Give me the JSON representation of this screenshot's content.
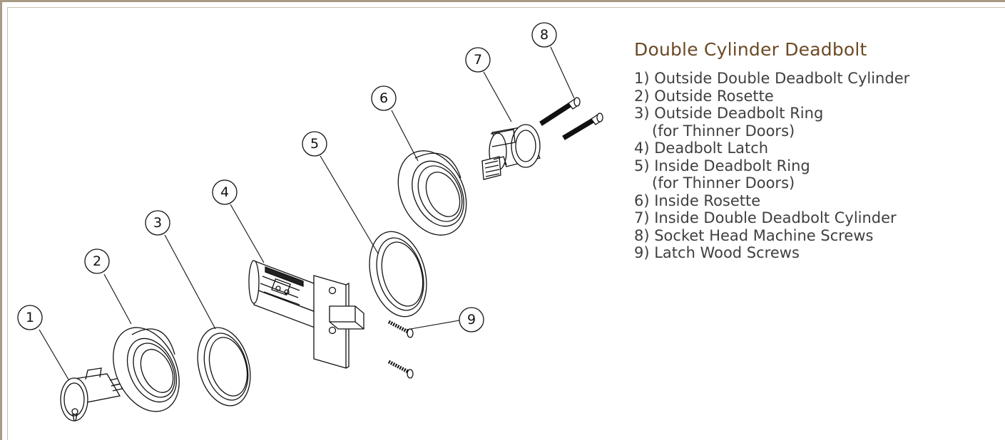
{
  "title": "Double Cylinder Deadbolt",
  "items": [
    {
      "line": "1) Outside Double Deadbolt Cylinder"
    },
    {
      "line": "2) Outside Rosette"
    },
    {
      "line": "3) Outside Deadbolt Ring",
      "sub": "(for Thinner Doors)"
    },
    {
      "line": "4) Deadbolt Latch"
    },
    {
      "line": "5) Inside Deadbolt Ring",
      "sub": "(for Thinner Doors)"
    },
    {
      "line": "6) Inside Rosette"
    },
    {
      "line": "7) Inside Double Deadbolt Cylinder"
    },
    {
      "line": "8) Socket Head Machine Screws"
    },
    {
      "line": "9) Latch Wood Screws"
    }
  ],
  "callouts": [
    "1",
    "2",
    "3",
    "4",
    "5",
    "6",
    "7",
    "8",
    "9"
  ],
  "colors": {
    "title": "#6b4a26",
    "text": "#3f3f3f",
    "frame": "#a89a84",
    "line": "#111111"
  }
}
